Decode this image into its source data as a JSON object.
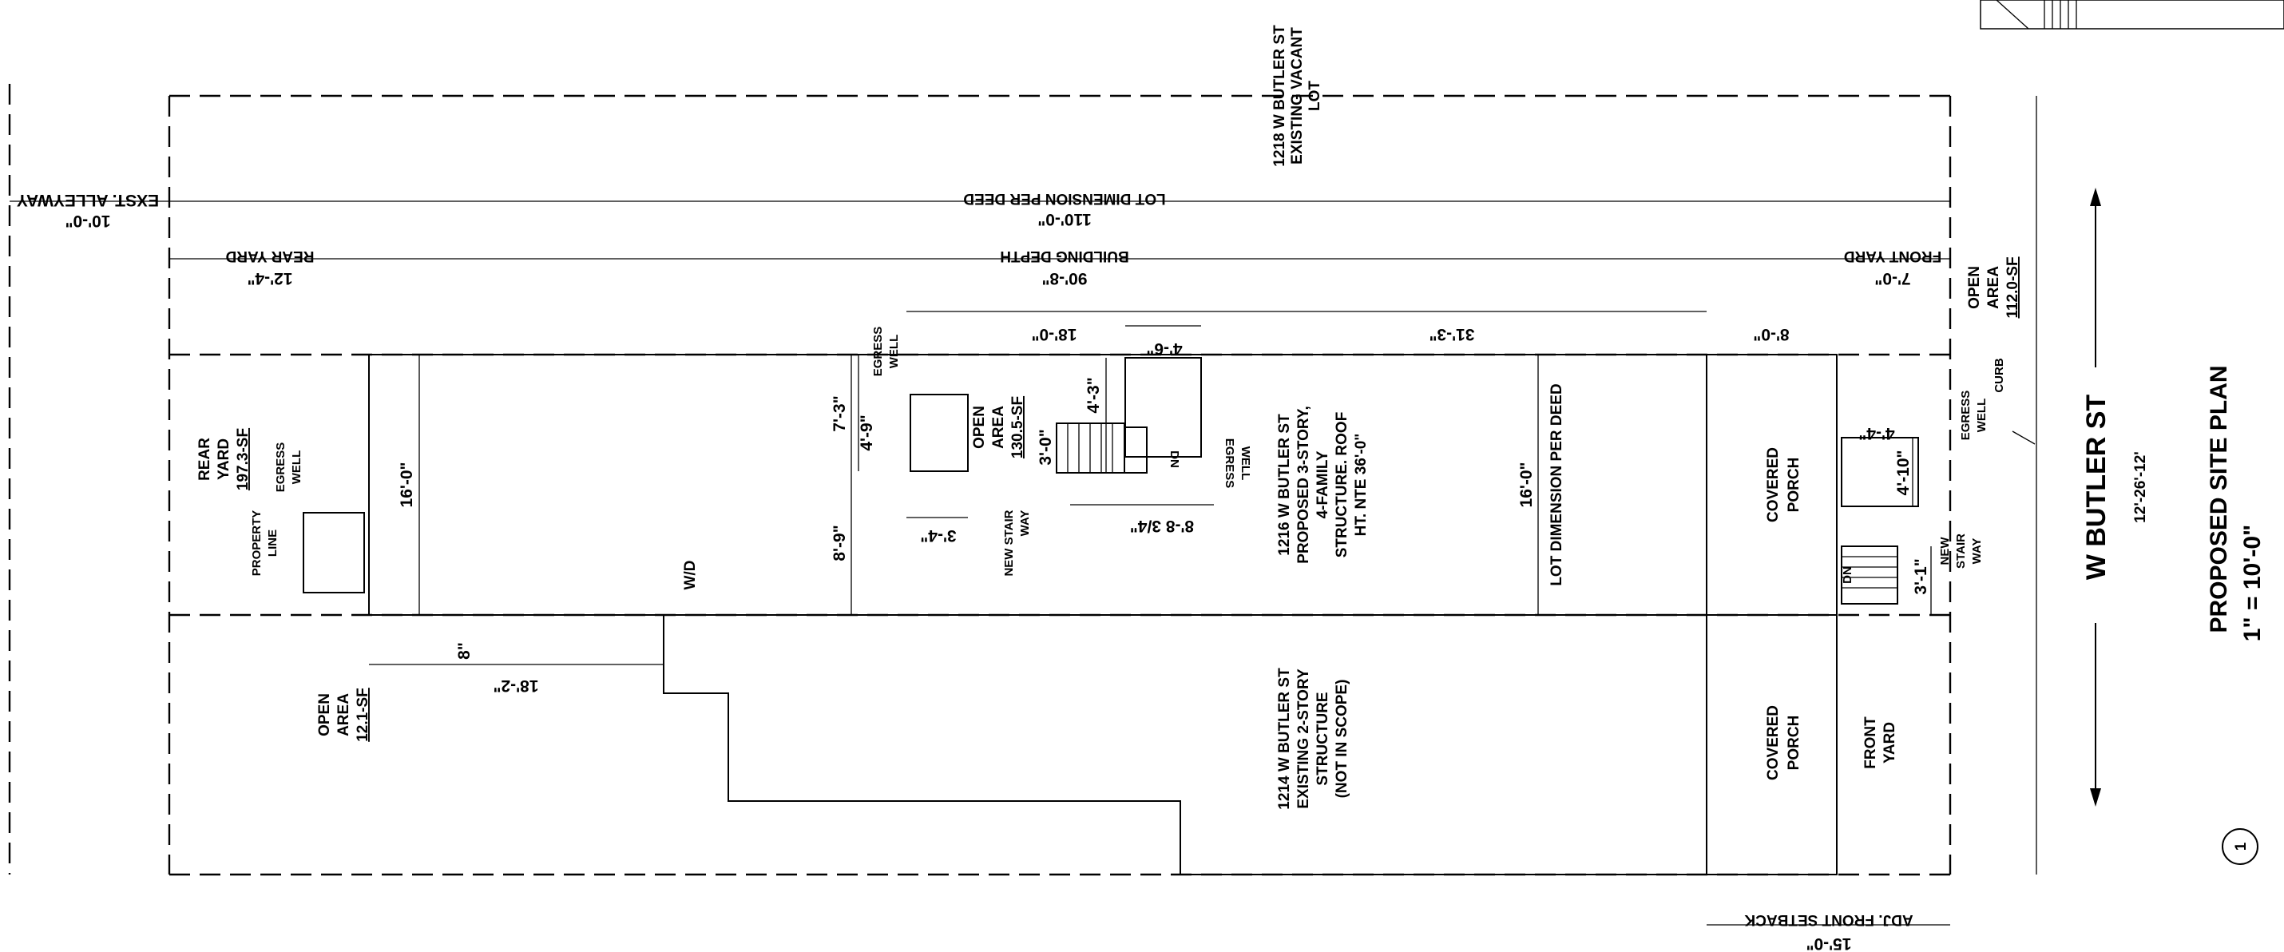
{
  "title": {
    "number": "1",
    "name": "PROPOSED SITE PLAN",
    "scale": "1\" = 10'-0\""
  },
  "street": {
    "name": "W BUTLER ST",
    "width": "12'-26'-12'",
    "curb": "CURB"
  },
  "neighbors": {
    "top_line1": "1218 W BUTLER ST",
    "top_line2": "EXISTING VACANT",
    "top_line3": "LOT",
    "bottom_line1": "1214 W BUTLER ST",
    "bottom_line2": "EXISTING 2-STORY",
    "bottom_line3": "STRUCTURE",
    "bottom_line4": "(NOT IN SCOPE)"
  },
  "building": {
    "line1": "1216 W BUTLER ST",
    "line2": "PROPOSED 3-STORY,",
    "line3": "4-FAMILY",
    "line4": "STRUCTURE. ROOF",
    "line5": "HT. NTE 36'-0\""
  },
  "labels": {
    "exst_alleyway": "EXST. ALLEYWAY",
    "lot_dimension_per_deed": "LOT DIMENSION PER DEED",
    "building_depth": "BUILDING DEPTH",
    "rear_yard": "REAR YARD",
    "front_yard": "FRONT YARD",
    "adj_front_setback": "ADJ. FRONT SETBACK",
    "property_line_1": "PROPERTY",
    "property_line_2": "LINE",
    "egress": "EGRESS",
    "well": "WELL",
    "new_stair_1": "NEW STAIR",
    "way": "WAY",
    "new": "NEW",
    "stair": "STAIR",
    "dn": "DN",
    "wd": "W/D",
    "covered": "COVERED",
    "porch": "PORCH",
    "front": "FRONT",
    "yard": "YARD",
    "open": "OPEN",
    "area": "AREA",
    "rear": "REAR",
    "rear_yard_area": "197.3-SF",
    "mid_open_area": "130.5-SF",
    "front_open_area": "112.0-SF",
    "bottom_open_area": "12.1-SF"
  },
  "dimensions": {
    "alley_width": "10'-0\"",
    "lot_depth": "110'-0\"",
    "building_depth": "90'-8\"",
    "rear_yard": "12'-4\"",
    "front_yard": "7'-0\"",
    "d_18_0": "18'-0\"",
    "d_4_6": "4'-6\"",
    "d_31_3": "31'-3\"",
    "d_8_0": "8'-0\"",
    "d_16_0_left": "16'-0\"",
    "d_16_0_right": "16'-0\"",
    "d_7_3": "7'-3\"",
    "d_4_9": "4'-9\"",
    "d_3_4": "3'-4\"",
    "d_3_0": "3'-0\"",
    "d_4_3": "4'-3\"",
    "d_8_8_34": "8'-8 3/4\"",
    "d_8_9": "8'-9\"",
    "d_4_4": "4'-4\"",
    "d_4_10": "4'-10\"",
    "d_3_1": "3'-1\"",
    "d_8": "8\"",
    "d_18_2": "18'-2\"",
    "adj_setback": "15'-0\""
  }
}
